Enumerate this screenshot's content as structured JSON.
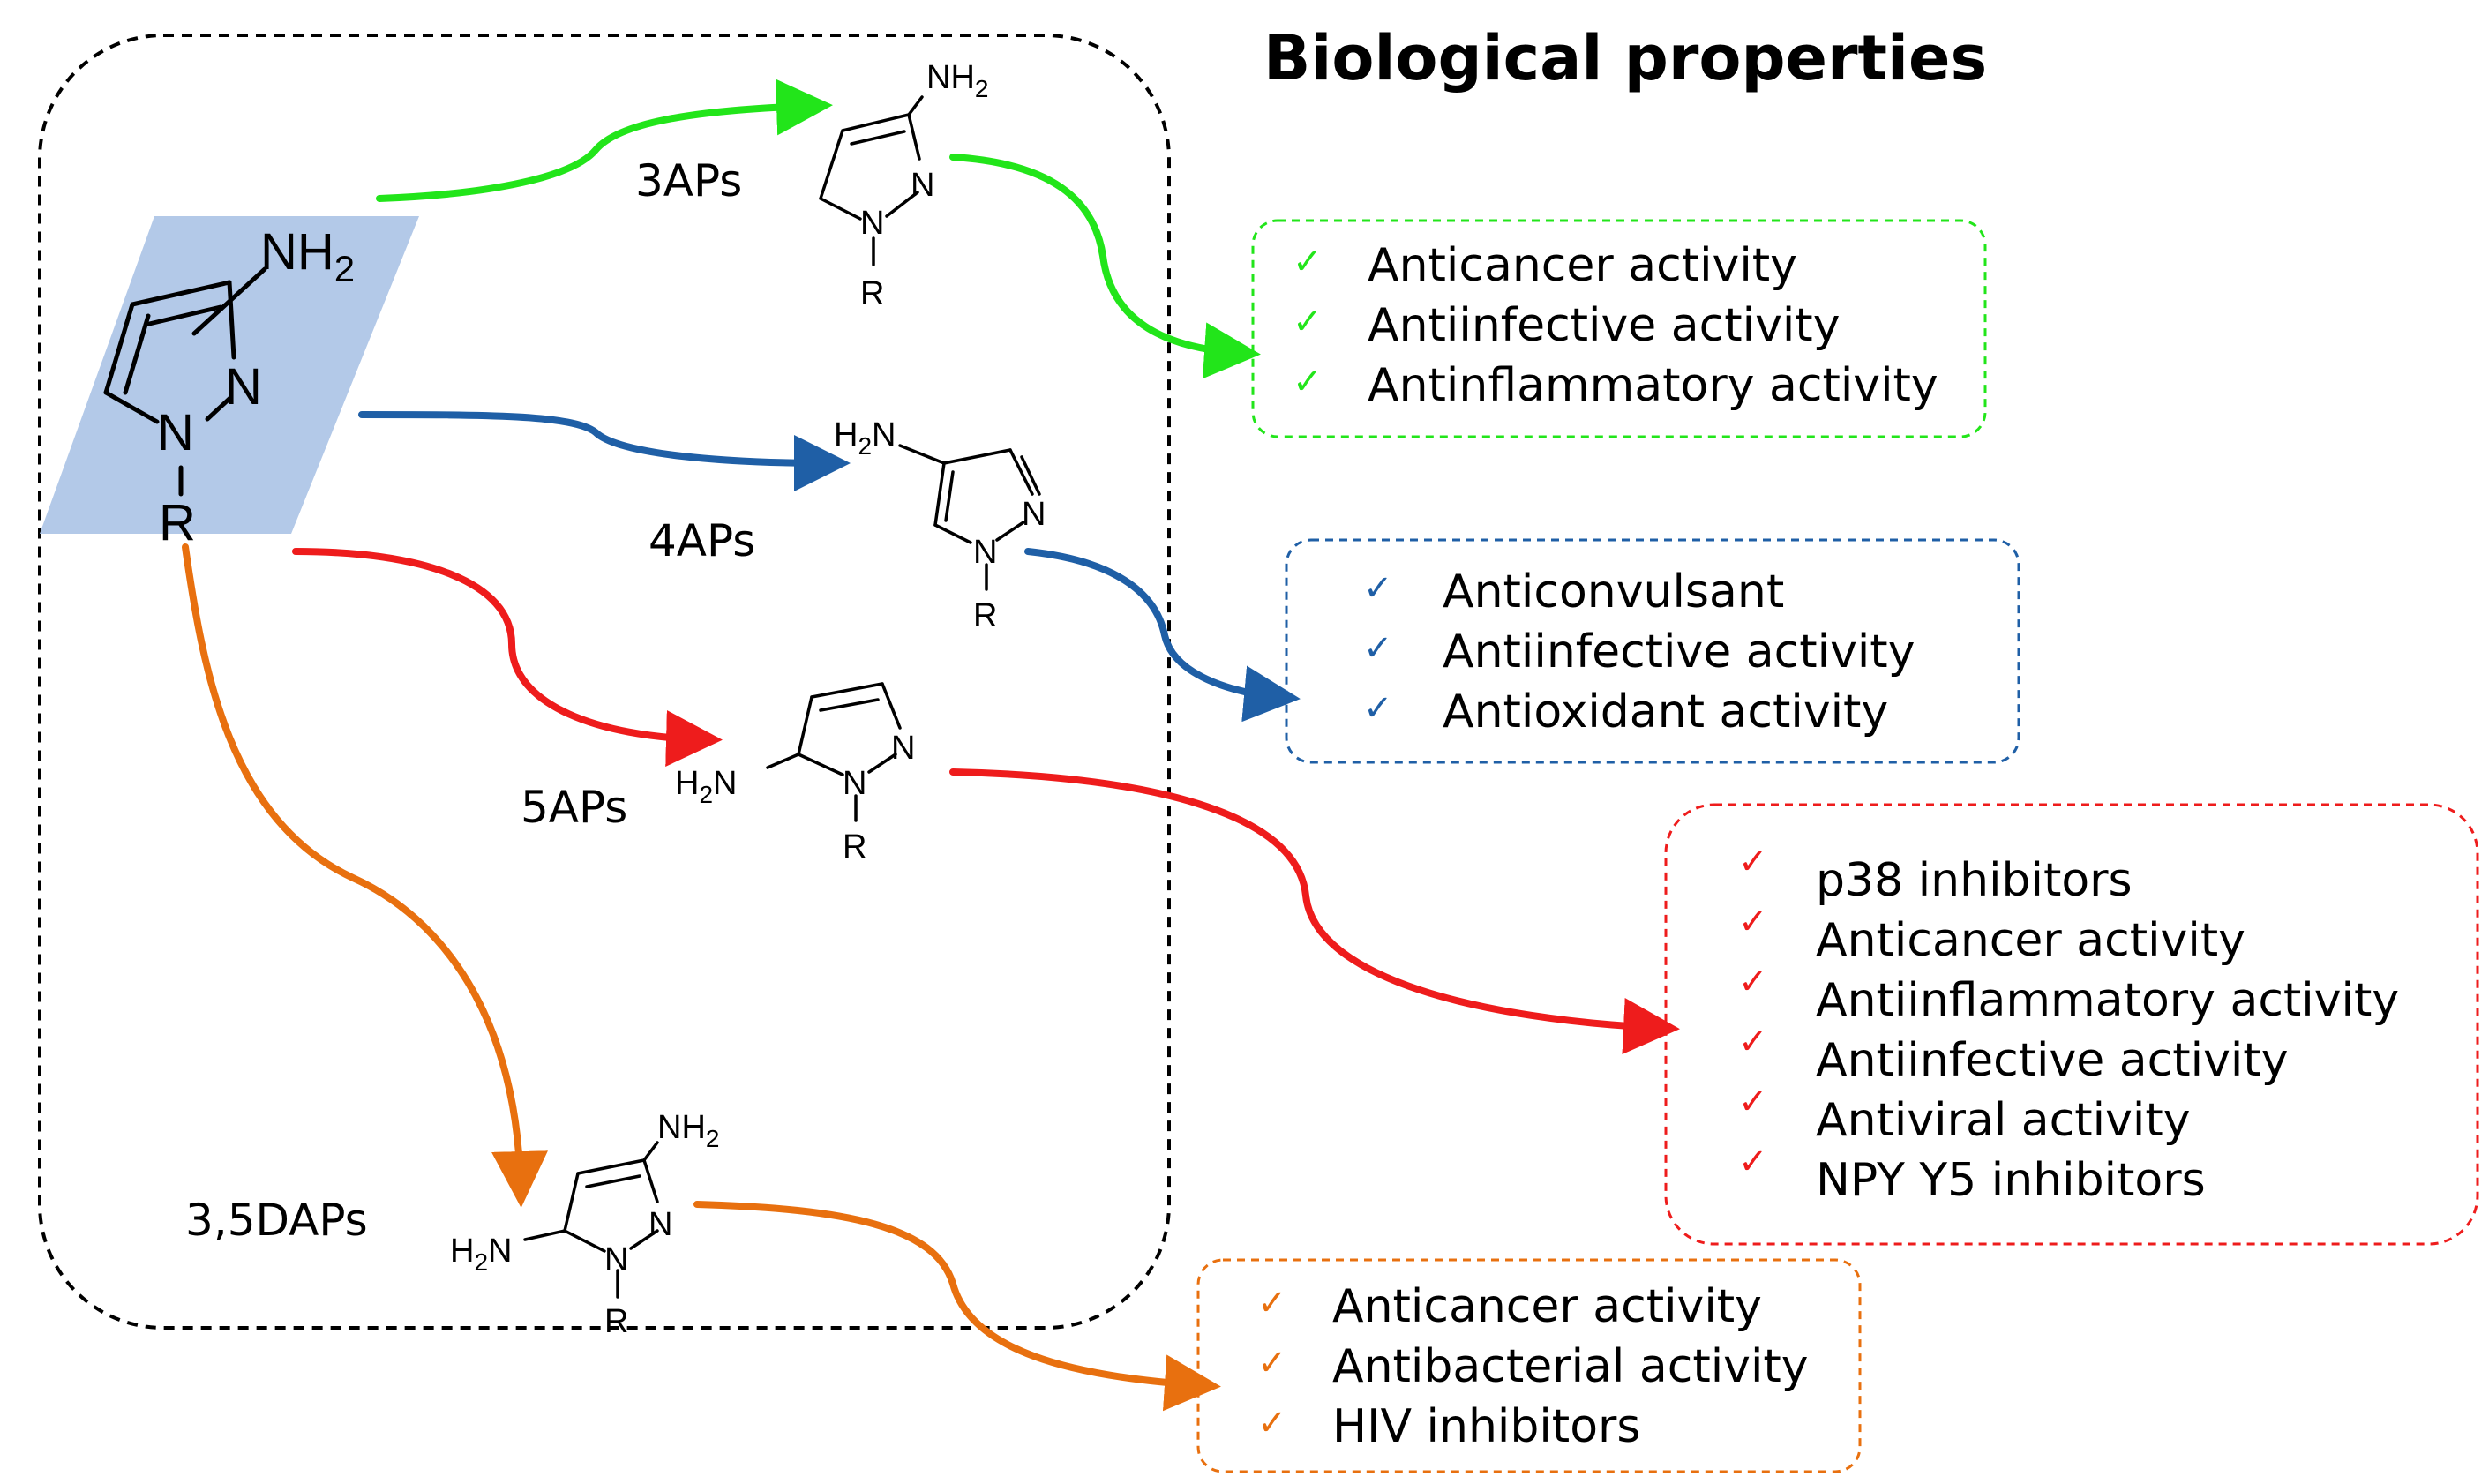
{
  "title": "Biological properties",
  "core": {
    "nh2_main": "NH",
    "nh2_sub": "2",
    "n_ring": "N",
    "n_sub": "N",
    "dash": "-",
    "r": "R"
  },
  "classes": [
    {
      "id": "3aps",
      "label": "3APs"
    },
    {
      "id": "4aps",
      "label": "4APs"
    },
    {
      "id": "5aps",
      "label": "5APs"
    },
    {
      "id": "35daps",
      "label": "3,5DAPs"
    }
  ],
  "atoms": {
    "n": "N",
    "r": "R",
    "nh": "NH",
    "h": "H",
    "n_suffix": "N",
    "two": "2"
  },
  "colors": {
    "green": "#22e51a",
    "blue": "#1f5fa6",
    "red": "#ee1c1c",
    "orange": "#e8700f",
    "core_fill": "#b3c9e8"
  },
  "boxes": {
    "green": {
      "check": "✓",
      "items": [
        "Anticancer activity",
        "Antiinfective activity",
        "Antinflammatory activity"
      ]
    },
    "blue": {
      "check": "✓",
      "items": [
        "Anticonvulsant",
        "Antiinfective activity",
        "Antioxidant activity"
      ]
    },
    "red": {
      "check": "✓",
      "items": [
        "p38 inhibitors",
        "Anticancer activity",
        "Antiinflammatory activity",
        "Antiinfective activity",
        "Antiviral activity",
        "NPY Y5 inhibitors"
      ]
    },
    "orange": {
      "check": "✓",
      "items": [
        "Anticancer activity",
        "Antibacterial activity",
        "HIV inhibitors"
      ]
    }
  }
}
